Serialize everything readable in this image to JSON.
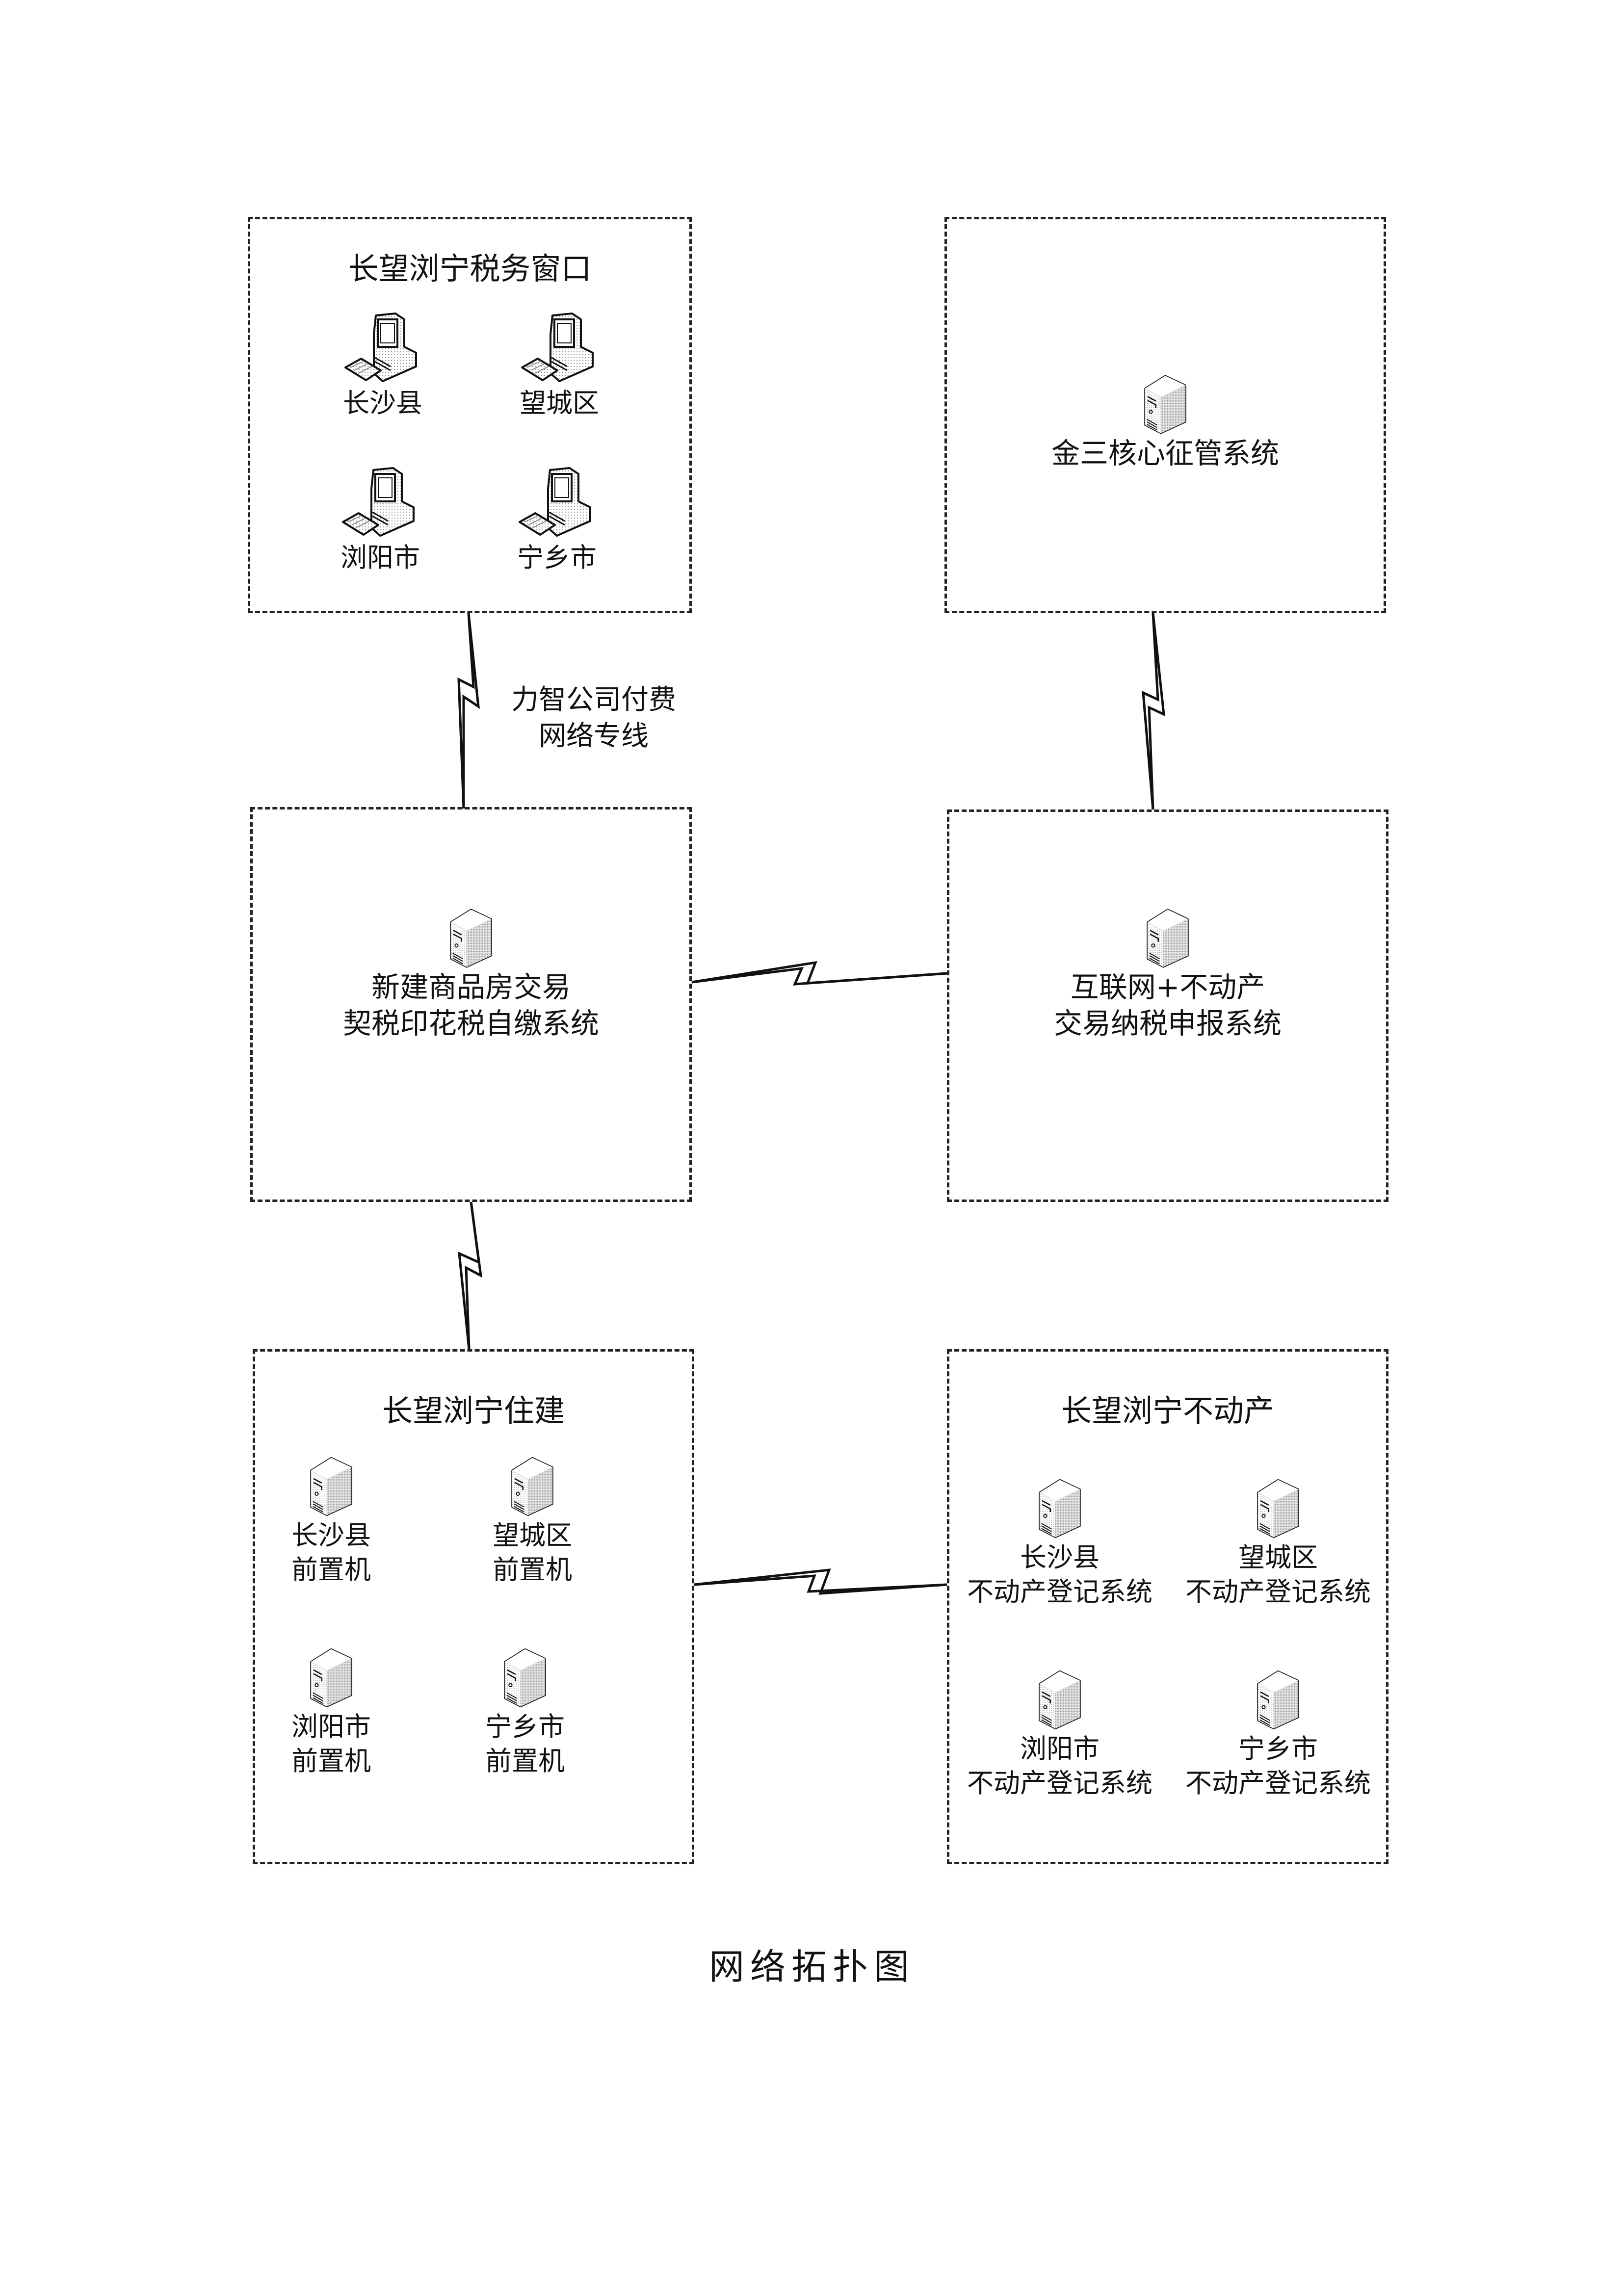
{
  "caption": "网络拓扑图",
  "groups": {
    "tax_window": {
      "title": "长望浏宁税务窗口",
      "icon": "desktop-computer-icon",
      "nodes": [
        {
          "label": "长沙县"
        },
        {
          "label": "望城区"
        },
        {
          "label": "浏阳市"
        },
        {
          "label": "宁乡市"
        }
      ]
    },
    "jinsan": {
      "icon": "server-icon",
      "label_lines": [
        "金三核心征管系统"
      ]
    },
    "new_housing": {
      "icon": "server-icon",
      "label_lines": [
        "新建商品房交易",
        "契税印花税自缴系统"
      ]
    },
    "internet_plus": {
      "icon": "server-icon",
      "label_lines": [
        "互联网+不动产",
        "交易纳税申报系统"
      ]
    },
    "housing_construction": {
      "title": "长望浏宁住建",
      "icon": "server-icon",
      "nodes": [
        {
          "line1": "长沙县",
          "line2": "前置机"
        },
        {
          "line1": "望城区",
          "line2": "前置机"
        },
        {
          "line1": "浏阳市",
          "line2": "前置机"
        },
        {
          "line1": "宁乡市",
          "line2": "前置机"
        }
      ]
    },
    "real_estate": {
      "title": "长望浏宁不动产",
      "icon": "server-icon",
      "nodes": [
        {
          "line1": "长沙县",
          "line2": "不动产登记系统"
        },
        {
          "line1": "望城区",
          "line2": "不动产登记系统"
        },
        {
          "line1": "浏阳市",
          "line2": "不动产登记系统"
        },
        {
          "line1": "宁乡市",
          "line2": "不动产登记系统"
        }
      ]
    }
  },
  "links": [
    {
      "from": "tax_window",
      "to": "new_housing",
      "type": "wan-lightning",
      "label_lines": [
        "力智公司付费",
        "网络专线"
      ]
    },
    {
      "from": "jinsan",
      "to": "internet_plus",
      "type": "wan-lightning"
    },
    {
      "from": "new_housing",
      "to": "internet_plus",
      "type": "wan-lightning"
    },
    {
      "from": "new_housing",
      "to": "housing_construction",
      "type": "wan-lightning"
    },
    {
      "from": "housing_construction",
      "to": "real_estate",
      "type": "wan-lightning"
    }
  ]
}
